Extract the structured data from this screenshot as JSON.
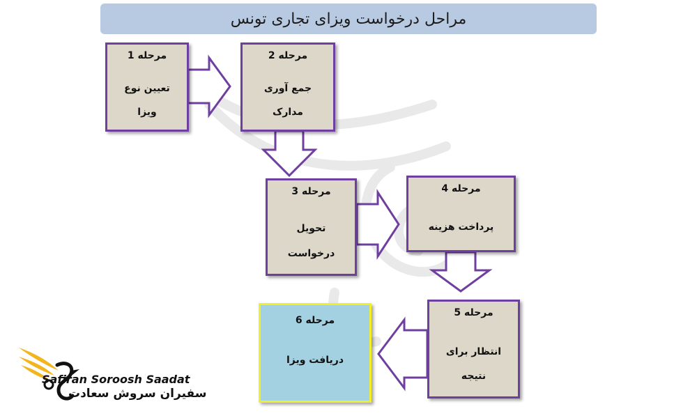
{
  "title": "مراحل درخواست ویزای تجاری تونس",
  "steps": [
    {
      "number": "مرحله 1",
      "name_line1": "تعیین نوع",
      "name_line2": "ویزا"
    },
    {
      "number": "مرحله 2",
      "name_line1": "جمع آوری",
      "name_line2": "مدارک"
    },
    {
      "number": "مرحله 3",
      "name_line1": "تحویل",
      "name_line2": "درخواست"
    },
    {
      "number": "مرحله 4",
      "name_line1": "پرداخت هزینه",
      "name_line2": ""
    },
    {
      "number": "مرحله 5",
      "name_line1": "انتظار برای",
      "name_line2": "نتیجه"
    },
    {
      "number": "مرحله 6",
      "name_line1": "دریافت ویزا",
      "name_line2": ""
    }
  ],
  "logo": {
    "english": "Safiran Soroosh Saadat",
    "persian": "سفیران سروش سعادت"
  },
  "colors": {
    "step_fill": "#dcd7c9",
    "step_border": "#6f3fa0",
    "final_fill": "#a3d1e1",
    "final_border": "#f1ef2d",
    "title_fill": "#b8cae2",
    "arrow_fill": "#ffffff",
    "arrow_stroke": "#6f3fa0",
    "logo_gold": "#f2b51d"
  }
}
